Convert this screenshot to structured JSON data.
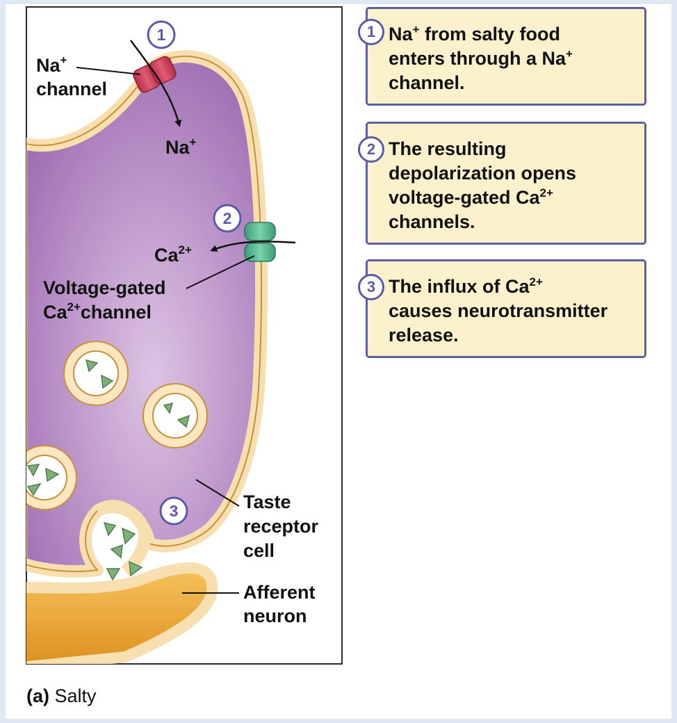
{
  "labels": {
    "na_channel_ion": "Na",
    "na_channel_sup": "+",
    "na_channel_word": "channel",
    "na_inside_ion": "Na",
    "na_inside_sup": "+",
    "ca_ion": "Ca",
    "ca_sup": "2+",
    "vg_line1": "Voltage-gated",
    "vg_ion": "Ca",
    "vg_sup": "2+",
    "vg_word": "channel",
    "taste_line1": "Taste",
    "taste_line2": "receptor",
    "taste_line3": "cell",
    "afferent_line1": "Afferent",
    "afferent_line2": "neuron"
  },
  "markers": [
    "1",
    "2",
    "3"
  ],
  "steps": [
    {
      "num": "1",
      "l1a": "Na",
      "l1sup": "+",
      "l1b": " from salty food",
      "l2a": "enters through a Na",
      "l2sup": "+",
      "l3": "channel."
    },
    {
      "num": "2",
      "l1": "The resulting",
      "l2": "depolarization opens",
      "l3a": "voltage-gated Ca",
      "l3sup": "2+",
      "l4": "channels."
    },
    {
      "num": "3",
      "l1a": "The influx of Ca",
      "l1sup": "2+",
      "l2": "causes neurotransmitter",
      "l3": "release."
    }
  ],
  "caption": {
    "tag": "(a)",
    "title": "Salty"
  },
  "colors": {
    "cell_fill": "#b98fc5",
    "membrane": "#f7dfb0",
    "membrane_edge": "#c98f3a",
    "na_channel": "#d24a63",
    "ca_channel": "#5fbf95",
    "neurotransmitter": "#7fb07a",
    "marker": "#5b5aa8",
    "step_box_fill": "#fbf1cd",
    "step_box_border": "#5d609e",
    "afferent_neuron": "#f0ae33"
  }
}
